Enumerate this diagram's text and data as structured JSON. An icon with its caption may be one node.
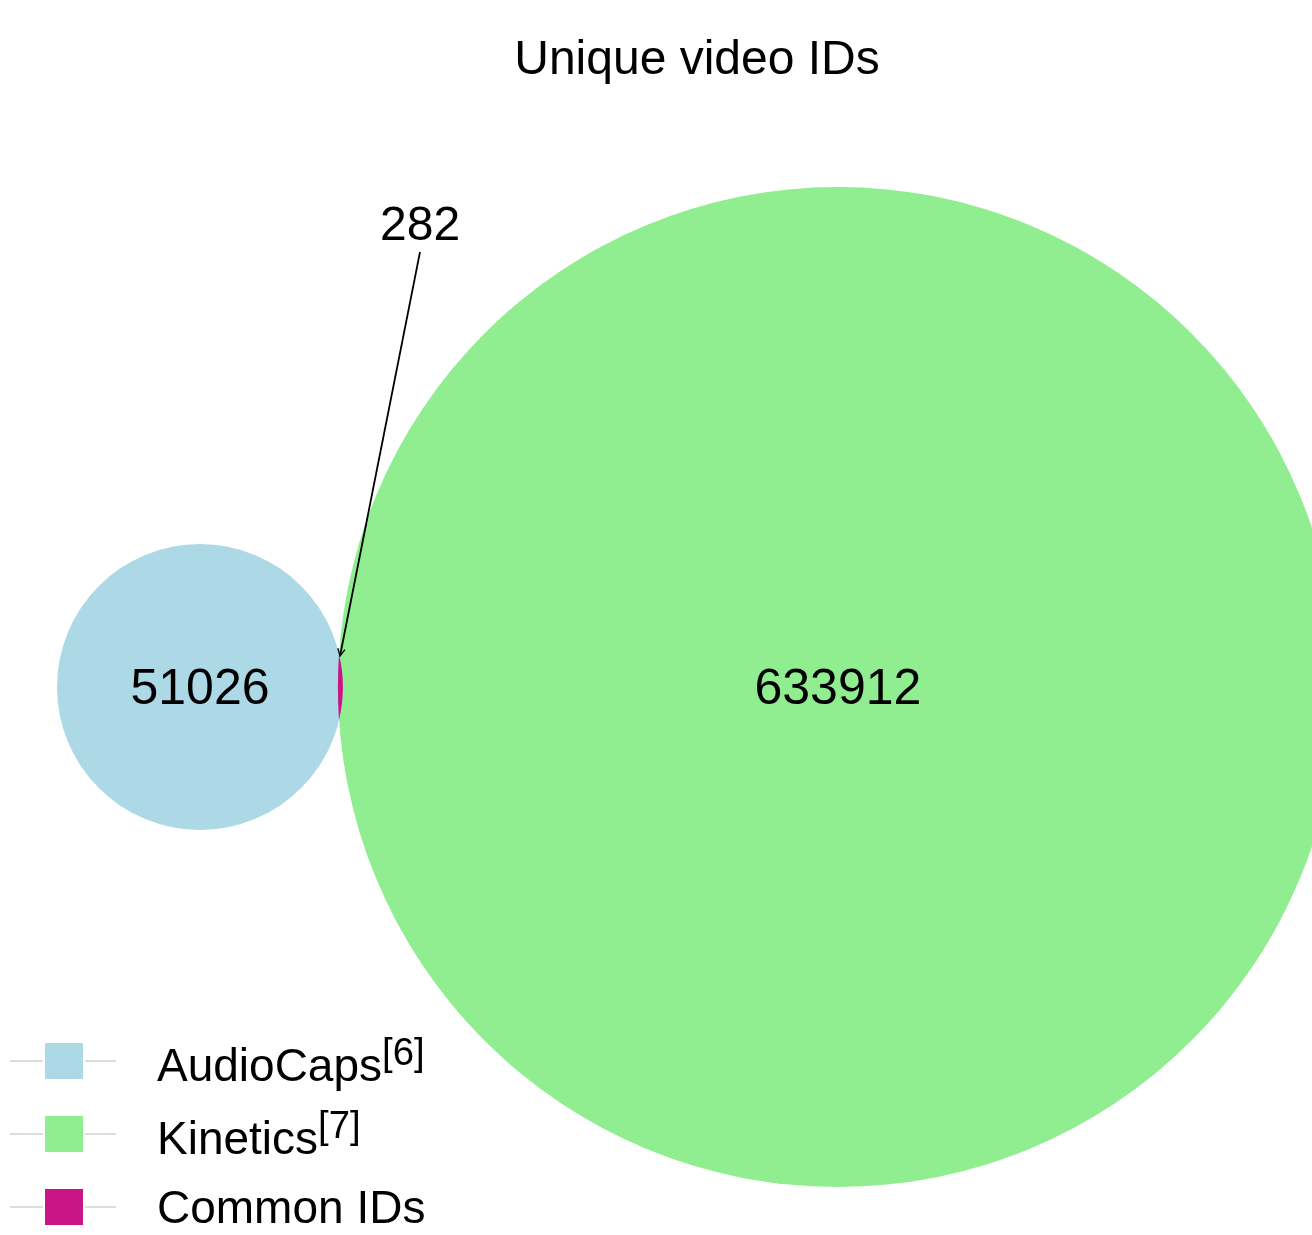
{
  "diagram": {
    "title": "Unique video IDs",
    "nodes": [
      {
        "text": [
          "51026"
        ]
      },
      {
        "text": [
          "633912"
        ]
      },
      {
        "text": [
          "282"
        ]
      },
      {
        "text": [],
        "shape": "lens"
      }
    ],
    "edges": [
      {
        "from": 2,
        "to": 3,
        "arrow": "to"
      }
    ],
    "legend": [
      {
        "text": "AudioCaps$^{[6]}$",
        "color": "#add8e6"
      },
      {
        "text": "Kinetics$^{[7]}$",
        "color": "#90ee90"
      },
      {
        "text": "Common IDs",
        "color": "#c71585"
      }
    ]
  }
}
